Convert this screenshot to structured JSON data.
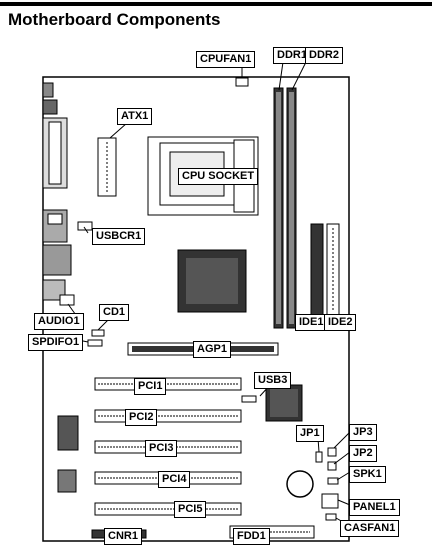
{
  "title": "Motherboard Components",
  "labels": {
    "cpufan1": "CPUFAN1",
    "ddr1": "DDR1",
    "ddr2": "DDR2",
    "atx1": "ATX1",
    "cpu_socket": "CPU SOCKET",
    "usbcr1": "USBCR1",
    "cd1": "CD1",
    "audio1": "AUDIO1",
    "spdifo1": "SPDIFO1",
    "ide1": "IDE1",
    "ide2": "IDE2",
    "agp1": "AGP1",
    "pci1": "PCI1",
    "usb3": "USB3",
    "pci2": "PCI2",
    "pci3": "PCI3",
    "pci4": "PCI4",
    "pci5": "PCI5",
    "jp1": "JP1",
    "jp2": "JP2",
    "jp3": "JP3",
    "spk1": "SPK1",
    "panel1": "PANEL1",
    "casfan1": "CASFAN1",
    "cnr1": "CNR1",
    "fdd1": "FDD1"
  }
}
